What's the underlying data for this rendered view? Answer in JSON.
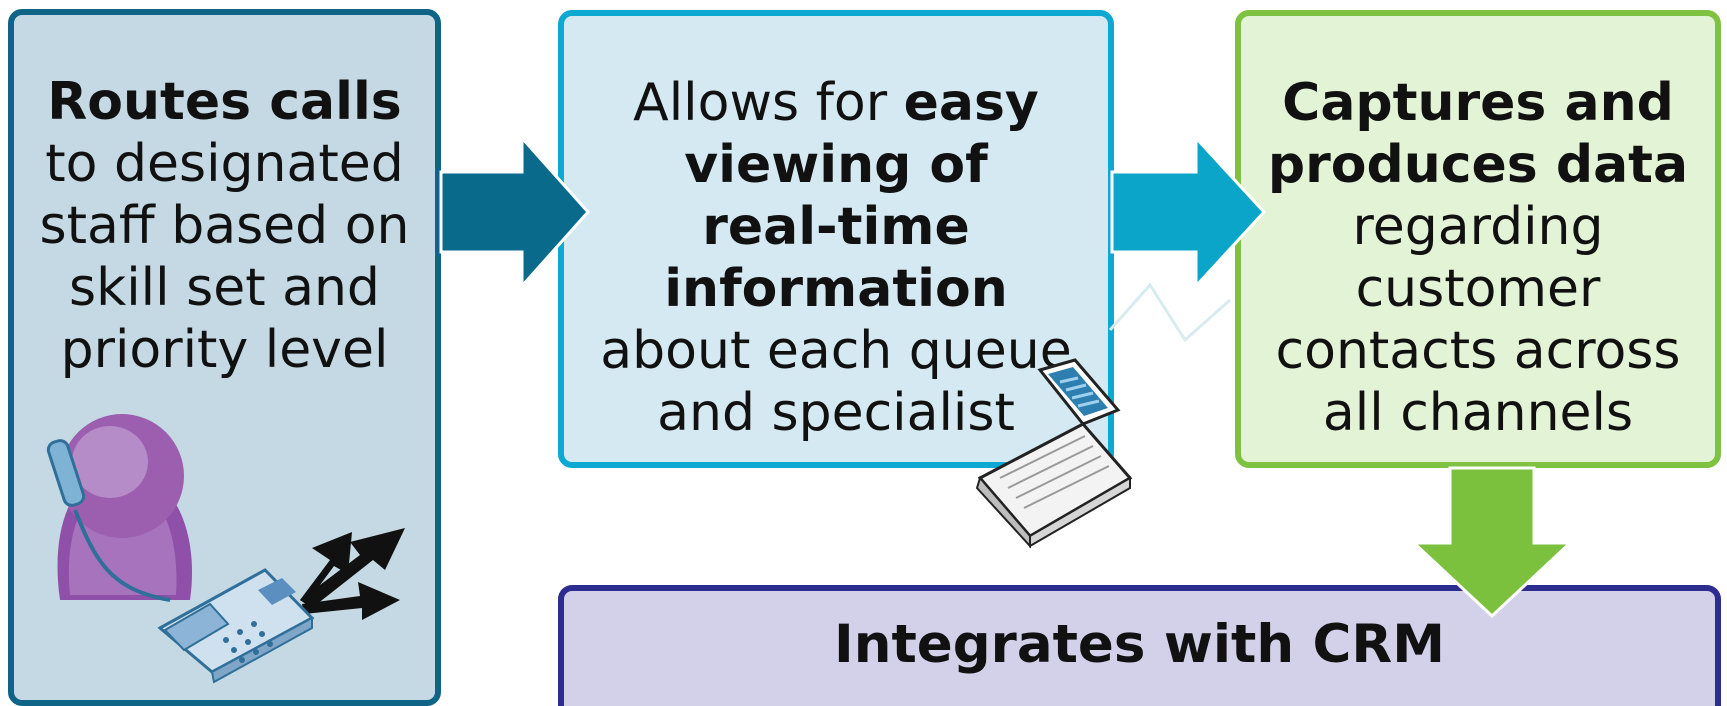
{
  "boxes": [
    {
      "lines": [
        [
          {
            "t": "Routes calls",
            "b": true
          }
        ],
        [
          {
            "t": "to designated",
            "b": false
          }
        ],
        [
          {
            "t": "staff based on",
            "b": false
          }
        ],
        [
          {
            "t": "skill set and",
            "b": false
          }
        ],
        [
          {
            "t": "priority level",
            "b": false
          }
        ]
      ]
    },
    {
      "lines": [
        [
          {
            "t": "Allows for ",
            "b": false
          },
          {
            "t": "easy",
            "b": true
          }
        ],
        [
          {
            "t": "viewing of",
            "b": true
          }
        ],
        [
          {
            "t": "real-time",
            "b": true
          }
        ],
        [
          {
            "t": "information",
            "b": true
          }
        ],
        [
          {
            "t": "about each queue",
            "b": false
          }
        ],
        [
          {
            "t": "and specialist",
            "b": false
          }
        ]
      ]
    },
    {
      "lines": [
        [
          {
            "t": "Captures and",
            "b": true
          }
        ],
        [
          {
            "t": "produces data",
            "b": true
          }
        ],
        [
          {
            "t": "regarding",
            "b": false
          }
        ],
        [
          {
            "t": "customer",
            "b": false
          }
        ],
        [
          {
            "t": "contacts across",
            "b": false
          }
        ],
        [
          {
            "t": "all channels",
            "b": false
          }
        ]
      ]
    }
  ],
  "crm": {
    "label": "Integrates with CRM"
  },
  "colors": {
    "arrow_1": "#0a6a8c",
    "arrow_2": "#0aa5c9",
    "arrow_down": "#7cc13e",
    "person": "#9c5fb0",
    "laptop_screen": "#2d7fb0"
  },
  "icons": [
    "person-with-phone-icon",
    "routing-arrows-icon",
    "desk-phone-icon",
    "laptop-icon"
  ]
}
